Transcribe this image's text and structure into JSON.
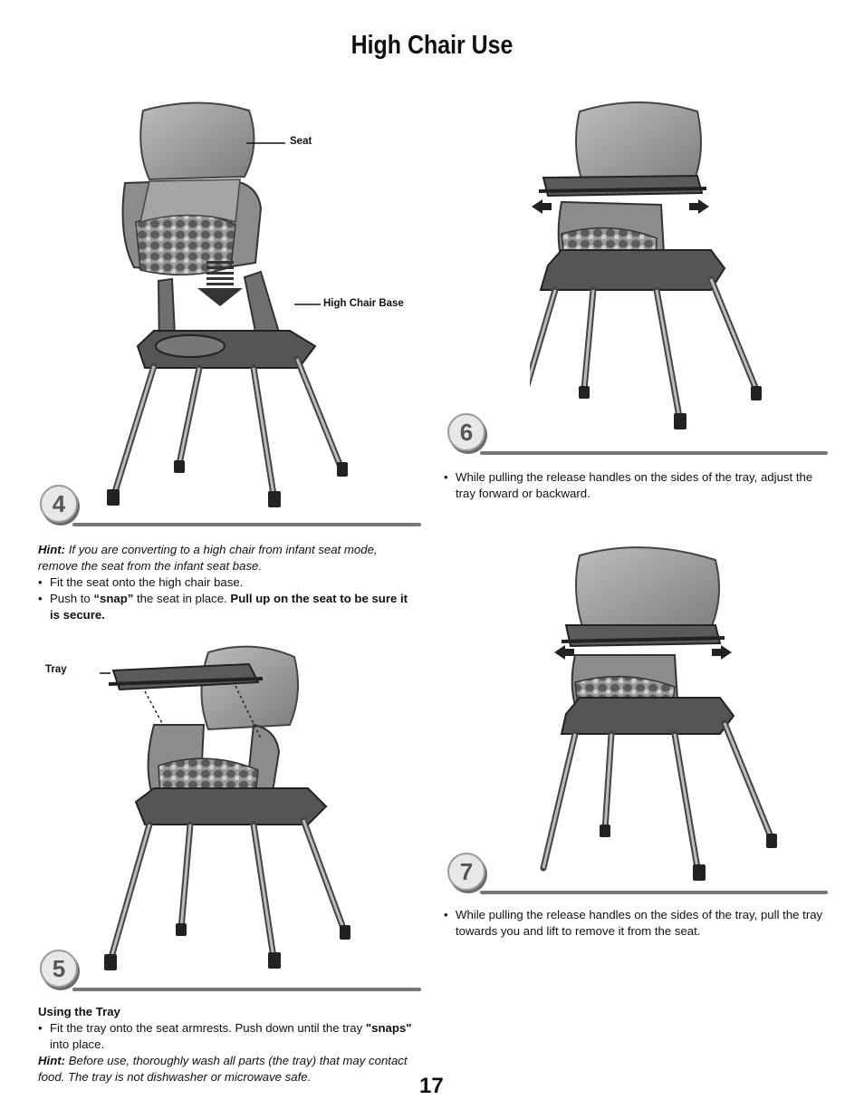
{
  "title": "High Chair Use",
  "page_number": "17",
  "step4": {
    "number": "4",
    "callouts": {
      "seat": "Seat",
      "base": "High Chair Base"
    },
    "hint_label": "Hint:",
    "hint_text": "If you are converting to a high chair from infant seat mode, remove the seat from the infant seat base.",
    "bullet1": "Fit the seat onto the high chair base.",
    "bullet2_pre": "Push to ",
    "bullet2_bold1": "“snap”",
    "bullet2_mid": " the seat in place. ",
    "bullet2_bold2": "Pull up on the seat to be sure it is secure."
  },
  "step5": {
    "number": "5",
    "callouts": {
      "tray": "Tray"
    },
    "heading": "Using the Tray",
    "bullet1_pre": "Fit the tray onto the seat armrests. Push down until the tray ",
    "bullet1_bold": "\"snaps\"",
    "bullet1_post": " into place.",
    "hint_label": "Hint:",
    "hint_text": "Before use, thoroughly wash all parts (the tray) that may contact food. The tray is not dishwasher or microwave safe."
  },
  "step6": {
    "number": "6",
    "bullet1": "While pulling the release handles on the sides of the tray, adjust the tray forward or backward."
  },
  "step7": {
    "number": "7",
    "bullet1": "While pulling the release handles on the sides of the tray, pull the tray towards you and lift to remove it from the seat."
  }
}
